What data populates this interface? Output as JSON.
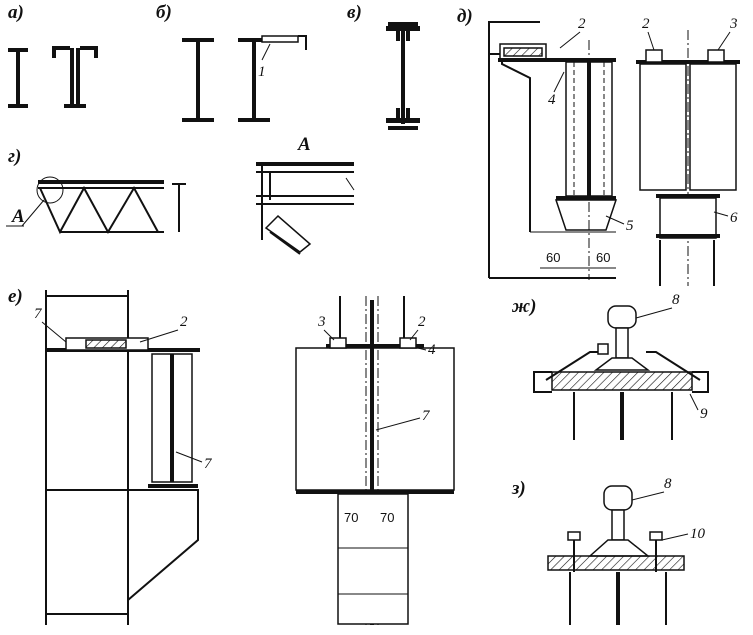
{
  "labels": {
    "a": "а)",
    "b": "б)",
    "v": "в)",
    "d": "д)",
    "g": "г)",
    "e": "е)",
    "zh": "ж)",
    "z": "з)",
    "A_callout": "А",
    "A_detail": "А"
  },
  "numbers": {
    "n1": "1",
    "n2_d_left": "2",
    "n2_d_right": "2",
    "n3_d": "3",
    "n4_d": "4",
    "n5_d": "5",
    "n6_d": "6",
    "n7_e_left": "7",
    "n2_e_left": "2",
    "n7_e_mid": "7",
    "n3_e": "3",
    "n2_e_right": "2",
    "n4_e": "4",
    "n7_e_right": "7",
    "n8_zh": "8",
    "n9_zh": "9",
    "n8_z": "8",
    "n10_z": "10"
  },
  "dimensions": {
    "d_left": "60",
    "d_right": "60",
    "e_left": "70",
    "e_right": "70"
  },
  "colors": {
    "ink": "#111111",
    "paper": "#ffffff"
  }
}
